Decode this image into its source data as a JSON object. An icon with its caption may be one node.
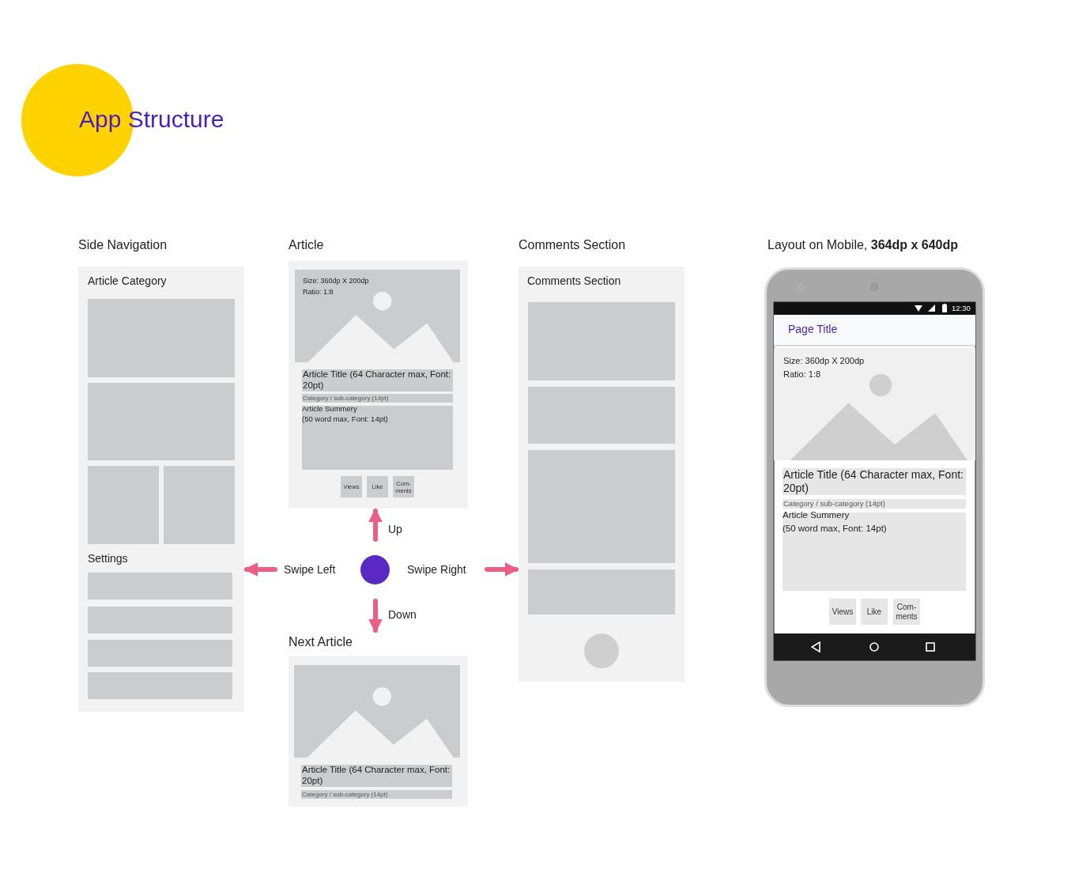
{
  "diagram": {
    "nodes": [
      {
        "text": [
          "App Structure"
        ]
      },
      {
        "text": [
          "Side Navigation",
          "Article Category",
          "Settings"
        ]
      },
      {
        "text": [],
        "shape": "box",
        "in": 1
      },
      {
        "text": [],
        "shape": "box",
        "in": 1
      },
      {
        "text": [],
        "shape": "box",
        "in": 1
      },
      {
        "text": [],
        "shape": "box",
        "in": 1
      },
      {
        "text": [],
        "shape": "bar",
        "in": 1
      },
      {
        "text": [],
        "shape": "bar",
        "in": 1
      },
      {
        "text": [],
        "shape": "bar",
        "in": 1
      },
      {
        "text": [],
        "shape": "bar",
        "in": 1
      },
      {
        "text": [
          "Article"
        ]
      },
      {
        "text": [
          "Size: 360dp X 200dp",
          "Ratio: 1:8"
        ],
        "in": 10
      },
      {
        "text": [
          "Article Title (64 Character max, Font: 20pt)"
        ],
        "in": 10
      },
      {
        "text": [
          "Category / sub-category (14pt)"
        ],
        "in": 10
      },
      {
        "text": [
          "Article Summery",
          "(50 word max, Font: 14pt)"
        ],
        "in": 10
      },
      {
        "text": [
          "Views"
        ],
        "in": 10
      },
      {
        "text": [
          "Like"
        ],
        "in": 10
      },
      {
        "text": [
          "Com- ments"
        ],
        "in": 10
      },
      {
        "text": [],
        "shape": "circle"
      },
      {
        "text": [
          "Next Article"
        ]
      },
      {
        "text": [],
        "shape": "picture",
        "in": 19
      },
      {
        "text": [
          "Article Title (64 Character max, Font: 20pt)"
        ],
        "in": 19
      },
      {
        "text": [
          "Category / sub-category (14pt)"
        ],
        "in": 19
      },
      {
        "text": [
          "Comments Section",
          "Comments Section"
        ]
      },
      {
        "text": [],
        "shape": "box",
        "in": 23
      },
      {
        "text": [],
        "shape": "box",
        "in": 23
      },
      {
        "text": [],
        "shape": "box",
        "in": 23
      },
      {
        "text": [],
        "shape": "box",
        "in": 23
      },
      {
        "text": [],
        "shape": "circle",
        "in": 23
      },
      {
        "text": [
          "Layout on Mobile, **364dp x 640dp**"
        ]
      },
      {
        "text": [
          "12:30"
        ],
        "in": 29
      },
      {
        "text": [
          "Page Title"
        ],
        "in": 29
      },
      {
        "text": [
          "Size: 360dp X 200dp",
          "Ratio: 1:8"
        ],
        "in": 29
      },
      {
        "text": [
          "Article Title (64 Character max, Font: 20pt)"
        ],
        "in": 29
      },
      {
        "text": [
          "Category / sub-category (14pt)"
        ],
        "in": 29
      },
      {
        "text": [
          "Article Summery",
          "(50 word max, Font: 14pt)"
        ],
        "in": 29
      },
      {
        "text": [
          "Views"
        ],
        "in": 29
      },
      {
        "text": [
          "Like"
        ],
        "in": 29
      },
      {
        "text": [
          "Com- ments"
        ],
        "in": 29
      },
      {
        "text": [],
        "shape": "bar",
        "in": 29
      }
    ],
    "edges": [
      {
        "from": null,
        "to": 10,
        "arrow": "to",
        "label": "Up"
      },
      {
        "from": null,
        "to": 1,
        "arrow": "to",
        "label": "Swipe Left"
      },
      {
        "from": null,
        "to": 23,
        "arrow": "to",
        "label": "Swipe Right"
      },
      {
        "from": null,
        "to": 19,
        "arrow": "to",
        "label": "Down"
      }
    ]
  }
}
